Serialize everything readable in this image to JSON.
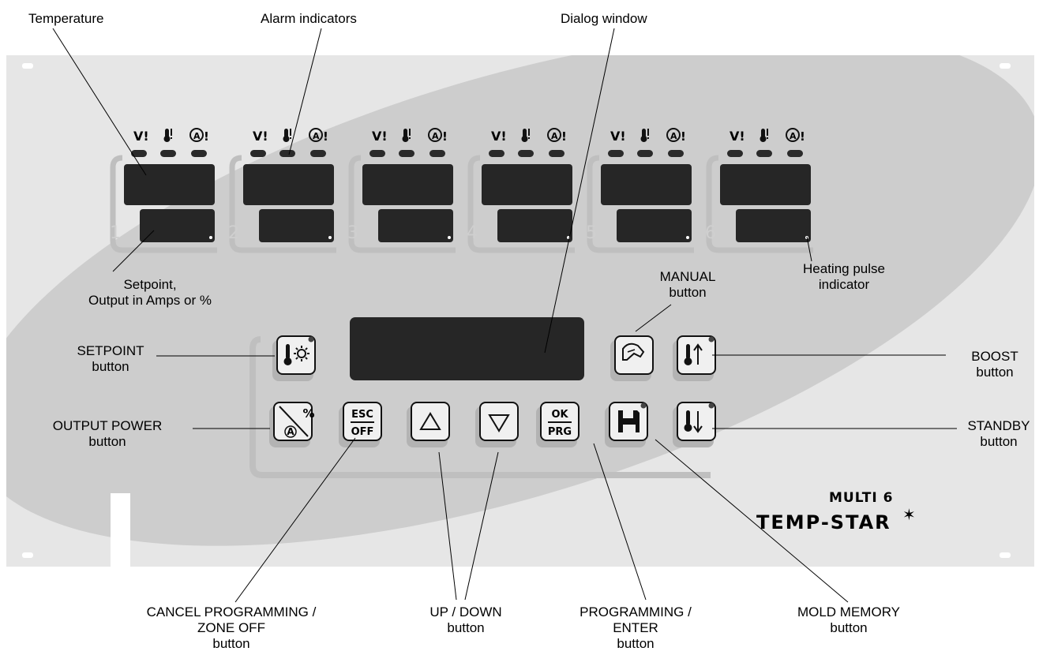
{
  "annotations": {
    "temperature": "Temperature",
    "alarm_indicators": "Alarm indicators",
    "dialog_window": "Dialog window",
    "setpoint_output": [
      "Setpoint,",
      "Output in Amps or %"
    ],
    "manual_button": [
      "MANUAL",
      "button"
    ],
    "heating_pulse": [
      "Heating pulse",
      "indicator"
    ],
    "setpoint_button": [
      "SETPOINT",
      "button"
    ],
    "boost_button": [
      "BOOST",
      "button"
    ],
    "output_power_button": [
      "OUTPUT POWER",
      "button"
    ],
    "standby_button": [
      "STANDBY",
      "button"
    ],
    "cancel_programming": [
      "CANCEL PROGRAMMING /",
      "ZONE OFF",
      "button"
    ],
    "up_down": [
      "UP / DOWN",
      "button"
    ],
    "programming_enter": [
      "PROGRAMMING /",
      "ENTER",
      "button"
    ],
    "mold_memory": [
      "MOLD MEMORY",
      "button"
    ]
  },
  "zones": [
    "1",
    "2",
    "3",
    "4",
    "5",
    "6"
  ],
  "alarm_icons": [
    "V!",
    "thermometer-alert-icon",
    "A!"
  ],
  "keys": {
    "esc": "ESC",
    "off": "OFF",
    "ok": "OK",
    "prg": "PRG",
    "percent": "%",
    "amp": "A"
  },
  "brand": {
    "model": "MULTI 6",
    "name": "TEMP-STAR"
  },
  "colors": {
    "panel": "#e6e6e6",
    "ellipse": "#cdcdcd",
    "display": "#262626",
    "key_face": "#f0f0f0",
    "led": "#2a2a2a"
  }
}
